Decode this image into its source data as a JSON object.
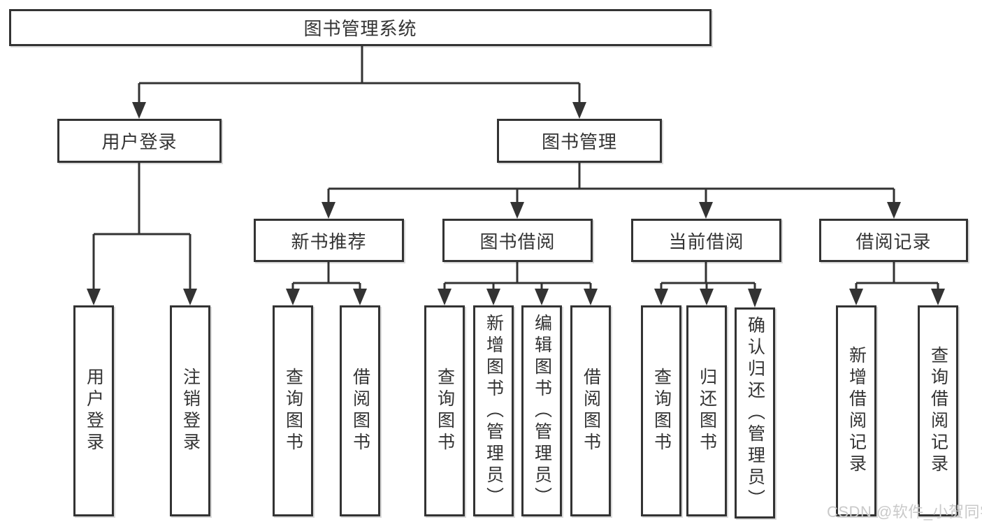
{
  "diagram": {
    "root": "图书管理系统",
    "branches": [
      {
        "label": "用户登录",
        "children": [
          {
            "label": "用户登录"
          },
          {
            "label": "注销登录"
          }
        ]
      },
      {
        "label": "图书管理",
        "children": [
          {
            "label": "新书推荐",
            "children": [
              {
                "label": "查询图书"
              },
              {
                "label": "借阅图书"
              }
            ]
          },
          {
            "label": "图书借阅",
            "children": [
              {
                "label": "查询图书"
              },
              {
                "label": "新增图书（管理员）"
              },
              {
                "label": "编辑图书（管理员）"
              },
              {
                "label": "借阅图书"
              }
            ]
          },
          {
            "label": "当前借阅",
            "children": [
              {
                "label": "查询图书"
              },
              {
                "label": "归还图书"
              },
              {
                "label": "确认归还（管理员）"
              }
            ]
          },
          {
            "label": "借阅记录",
            "children": [
              {
                "label": "新增借阅记录"
              },
              {
                "label": "查询借阅记录"
              }
            ]
          }
        ]
      }
    ],
    "watermark": "CSDN @软件_小贺同学",
    "colors": {
      "line": "#333333",
      "box_border": "#333333",
      "text": "#333333",
      "watermark": "#c9c9c9",
      "background": "#ffffff"
    }
  }
}
